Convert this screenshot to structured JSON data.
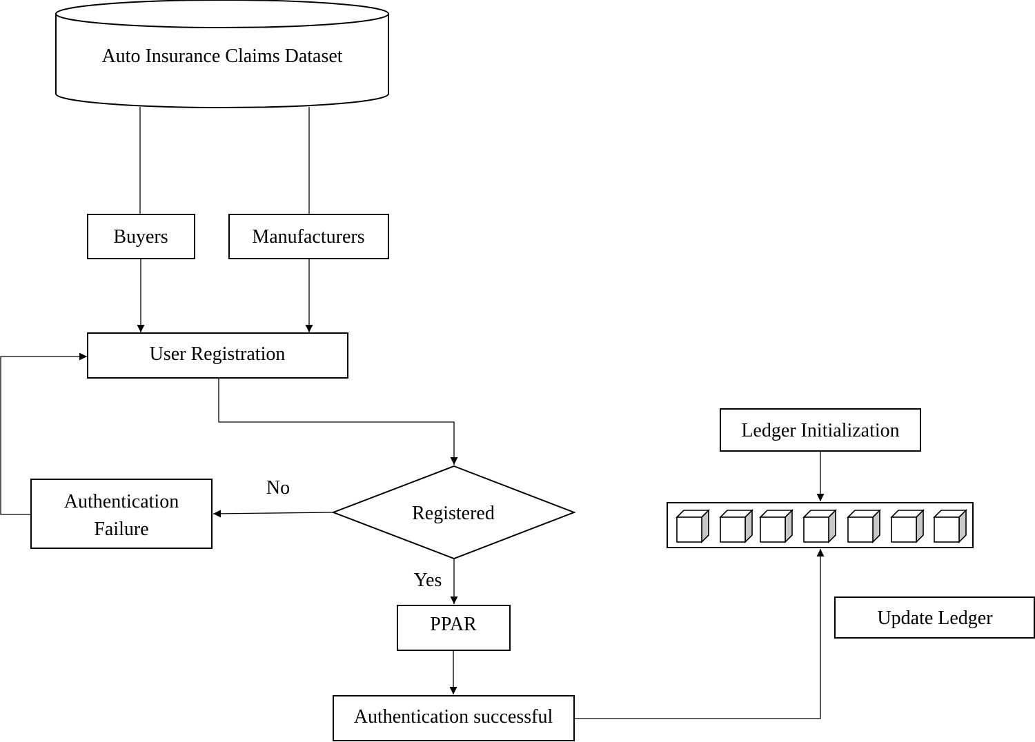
{
  "nodes": {
    "dataset": "Auto Insurance Claims Dataset",
    "buyers": "Buyers",
    "manufacturers": "Manufacturers",
    "user_registration": "User Registration",
    "registered": "Registered",
    "auth_failure_line1": "Authentication",
    "auth_failure_line2": "Failure",
    "ppar": "PPAR",
    "auth_success": "Authentication successful",
    "ledger_init": "Ledger Initialization",
    "update_ledger": "Update Ledger"
  },
  "edge_labels": {
    "no": "No",
    "yes": "Yes"
  },
  "ledger": {
    "block_count": 7
  }
}
